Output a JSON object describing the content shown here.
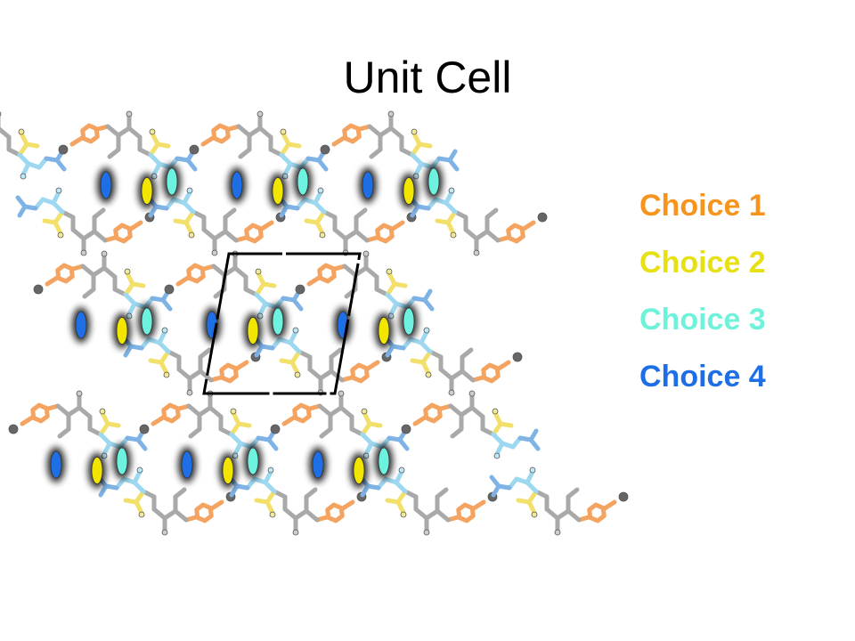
{
  "slide": {
    "title": "Unit Cell"
  },
  "legend": {
    "items": [
      {
        "label": "Choice 1",
        "color": "#F7941D"
      },
      {
        "label": "Choice 2",
        "color": "#E6E014"
      },
      {
        "label": "Choice 3",
        "color": "#6EF2D9"
      },
      {
        "label": "Choice 4",
        "color": "#1E6FE6"
      }
    ]
  },
  "structure": {
    "molecule_colors": {
      "phenyl": "#F4A460",
      "backbone": "#A9A9A9",
      "sulfur": "#F2E06B",
      "amide": "#9ED8F0",
      "amine": "#7FB3E6",
      "solvent": "#666666",
      "symmetry_yellow": "#F2E600",
      "symmetry_cyan": "#6EF2E0",
      "symmetry_blue": "#1E6FE6"
    }
  }
}
